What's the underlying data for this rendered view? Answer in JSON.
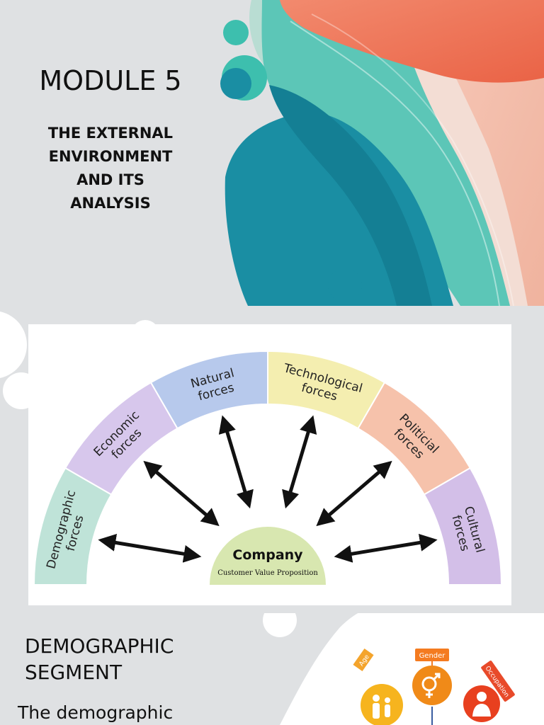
{
  "slide1": {
    "module": "MODULE 5",
    "subtitle_lines": [
      "THE EXTERNAL",
      "ENVIRONMENT",
      "AND ITS",
      "ANALYSIS"
    ]
  },
  "diagram": {
    "forces": [
      {
        "lines": [
          "Demographic",
          "forces"
        ],
        "color": "#bfe3d8"
      },
      {
        "lines": [
          "Economic",
          "forces"
        ],
        "color": "#d7c7ec"
      },
      {
        "lines": [
          "Natural",
          "forces"
        ],
        "color": "#b7c9ec"
      },
      {
        "lines": [
          "Technological",
          "forces"
        ],
        "color": "#f4eeb0"
      },
      {
        "lines": [
          "Politicial",
          "forces"
        ],
        "color": "#f6c2ab"
      },
      {
        "lines": [
          "Cultural",
          "forces"
        ],
        "color": "#d3bfe8"
      }
    ],
    "center_title": "Company",
    "center_sub": "Customer Value Proposition",
    "center_color": "#d8e7b0"
  },
  "slide3": {
    "title_lines": [
      "DEMOGRAPHIC",
      "SEGMENT"
    ],
    "body": "The demographic",
    "icons": [
      {
        "label": "Age",
        "icon": "people-icon"
      },
      {
        "label": "Gender",
        "icon": "gender-icon"
      },
      {
        "label": "Occupation",
        "icon": "worker-icon"
      }
    ]
  },
  "colors": {
    "teal": "#1a8ea3",
    "mint": "#3dbfae",
    "coral": "#ee6b4e",
    "slide_bg": "#dfe1e3"
  }
}
